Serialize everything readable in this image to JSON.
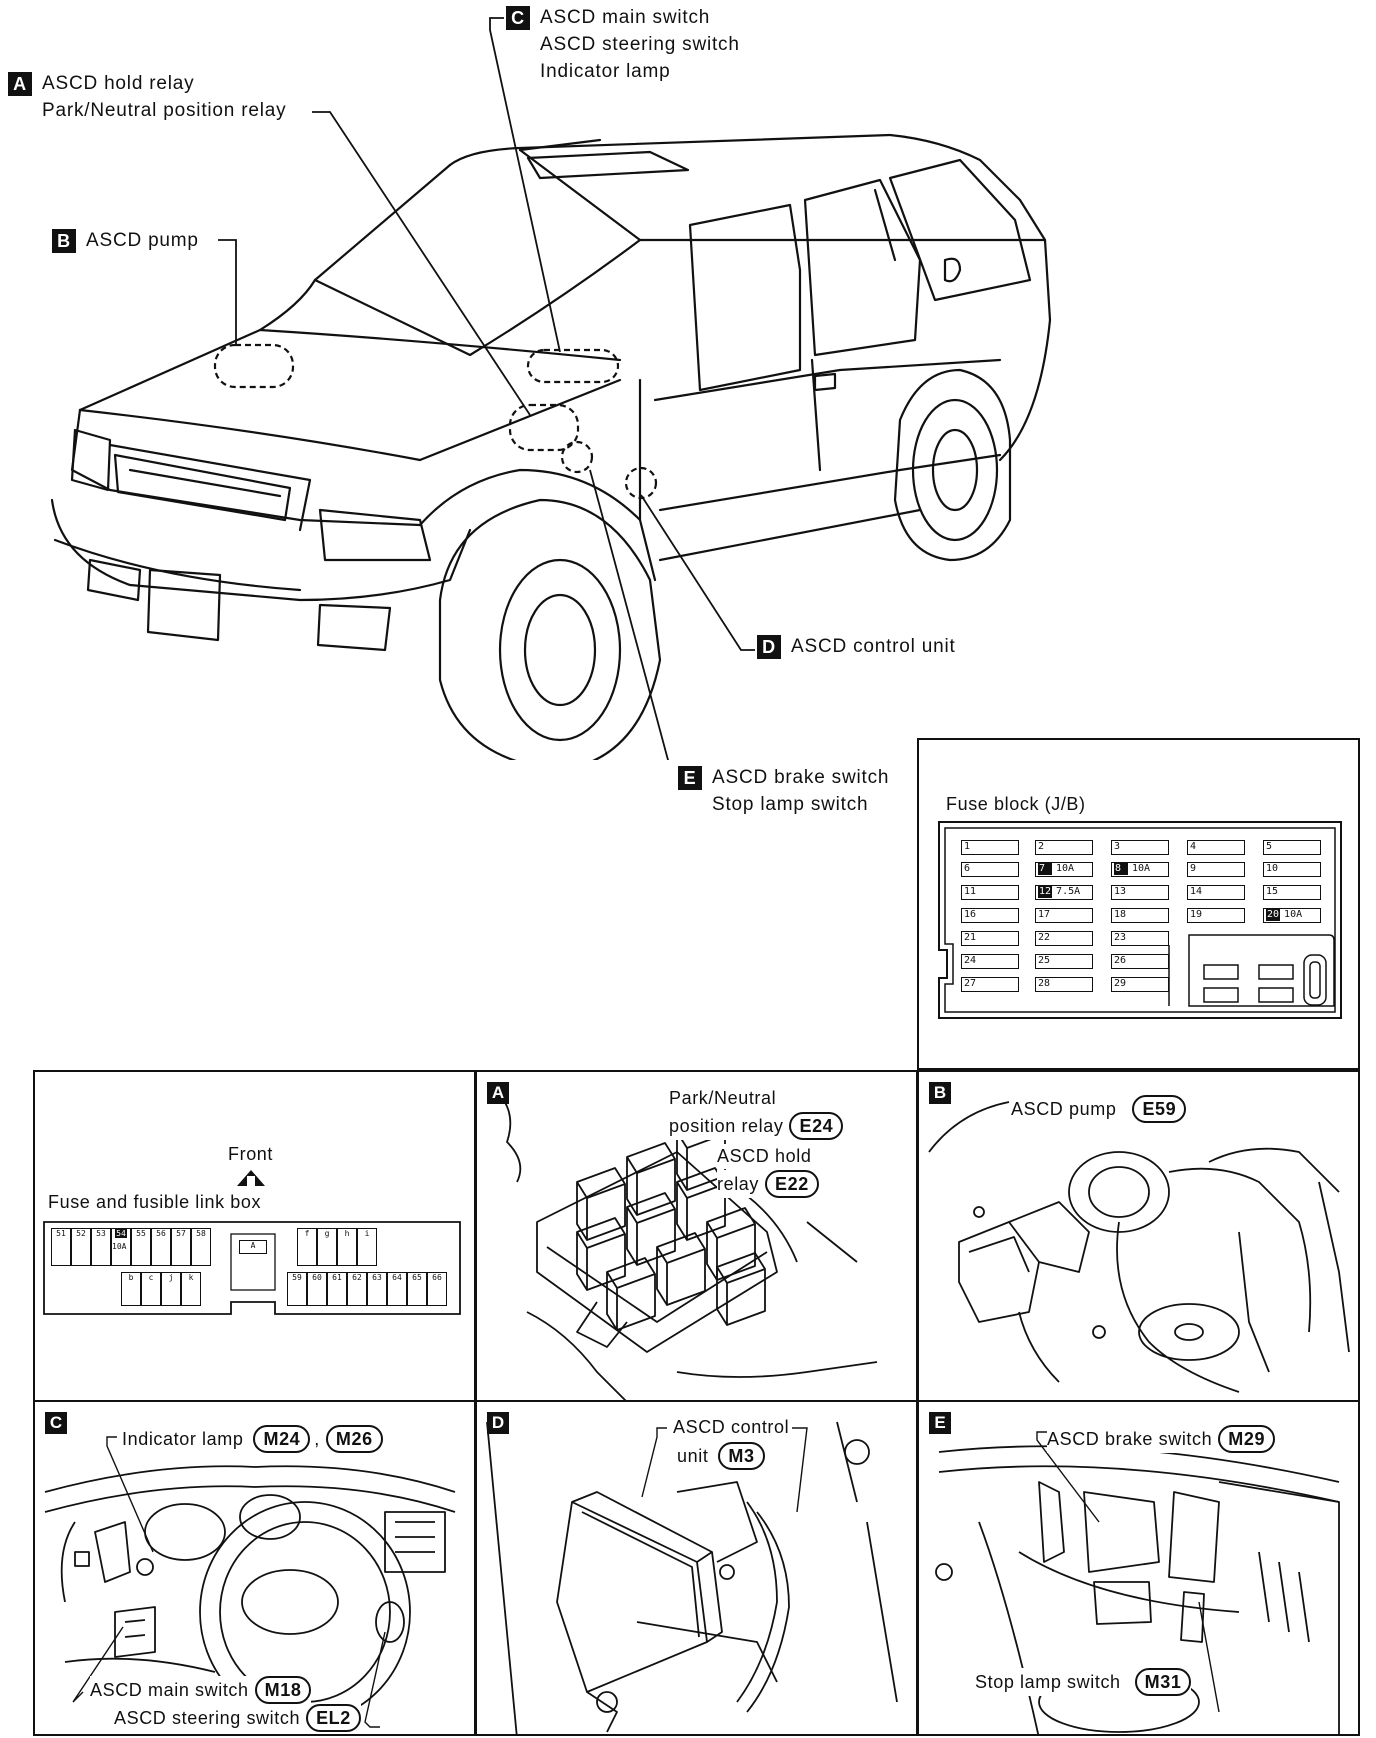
{
  "callouts": {
    "A": {
      "badge": "A",
      "lines": [
        "ASCD hold relay",
        "Park/Neutral position relay"
      ]
    },
    "B": {
      "badge": "B",
      "lines": [
        "ASCD pump"
      ]
    },
    "C": {
      "badge": "C",
      "lines": [
        "ASCD main switch",
        "ASCD steering switch",
        "Indicator lamp"
      ]
    },
    "D": {
      "badge": "D",
      "lines": [
        "ASCD control unit"
      ]
    },
    "E": {
      "badge": "E",
      "lines": [
        "ASCD brake switch",
        "Stop lamp switch"
      ]
    }
  },
  "fuse_block": {
    "title": "Fuse block (J/B)",
    "fuses": [
      {
        "n": "1",
        "r": ""
      },
      {
        "n": "2",
        "r": ""
      },
      {
        "n": "3",
        "r": ""
      },
      {
        "n": "4",
        "r": ""
      },
      {
        "n": "5",
        "r": ""
      },
      {
        "n": "6",
        "r": ""
      },
      {
        "n": "7",
        "r": "10A"
      },
      {
        "n": "8",
        "r": "10A"
      },
      {
        "n": "9",
        "r": ""
      },
      {
        "n": "10",
        "r": ""
      },
      {
        "n": "11",
        "r": ""
      },
      {
        "n": "12",
        "r": "7.5A"
      },
      {
        "n": "13",
        "r": ""
      },
      {
        "n": "14",
        "r": ""
      },
      {
        "n": "15",
        "r": ""
      },
      {
        "n": "16",
        "r": ""
      },
      {
        "n": "17",
        "r": ""
      },
      {
        "n": "18",
        "r": ""
      },
      {
        "n": "19",
        "r": ""
      },
      {
        "n": "20",
        "r": "10A"
      },
      {
        "n": "21",
        "r": ""
      },
      {
        "n": "22",
        "r": ""
      },
      {
        "n": "23",
        "r": ""
      },
      {
        "n": "24",
        "r": ""
      },
      {
        "n": "25",
        "r": ""
      },
      {
        "n": "26",
        "r": ""
      },
      {
        "n": "27",
        "r": ""
      },
      {
        "n": "28",
        "r": ""
      },
      {
        "n": "29",
        "r": ""
      }
    ]
  },
  "fusible_link_box": {
    "title": "Fuse and fusible link box",
    "front_label": "Front",
    "top_row": [
      "51",
      "52",
      "53",
      "54",
      "55",
      "56",
      "57",
      "58"
    ],
    "amp_label": "10A",
    "center_label": "A",
    "right_top": [
      "f",
      "g",
      "h",
      "i"
    ],
    "middle_row": [
      "b",
      "c",
      "j",
      "k"
    ],
    "bottom_row": [
      "59",
      "60",
      "61",
      "62",
      "63",
      "64",
      "65",
      "66"
    ]
  },
  "panels": {
    "A": {
      "badge": "A",
      "label1": "Park/Neutral",
      "label2": "position relay",
      "conn1": "E24",
      "label3": "ASCD hold",
      "label4": "relay",
      "conn2": "E22"
    },
    "B": {
      "badge": "B",
      "label": "ASCD pump",
      "conn": "E59"
    },
    "C": {
      "badge": "C",
      "label1": "Indicator lamp",
      "conn1": "M24",
      "conn2": "M26",
      "sep": ",",
      "label2": "ASCD main switch",
      "conn3": "M18",
      "label3": "ASCD steering switch",
      "conn4": "EL2"
    },
    "D": {
      "badge": "D",
      "label1": "ASCD control",
      "label2": "unit",
      "conn": "M3"
    },
    "E": {
      "badge": "E",
      "label1": "ASCD brake switch",
      "conn1": "M29",
      "label2": "Stop lamp switch",
      "conn2": "M31"
    }
  }
}
